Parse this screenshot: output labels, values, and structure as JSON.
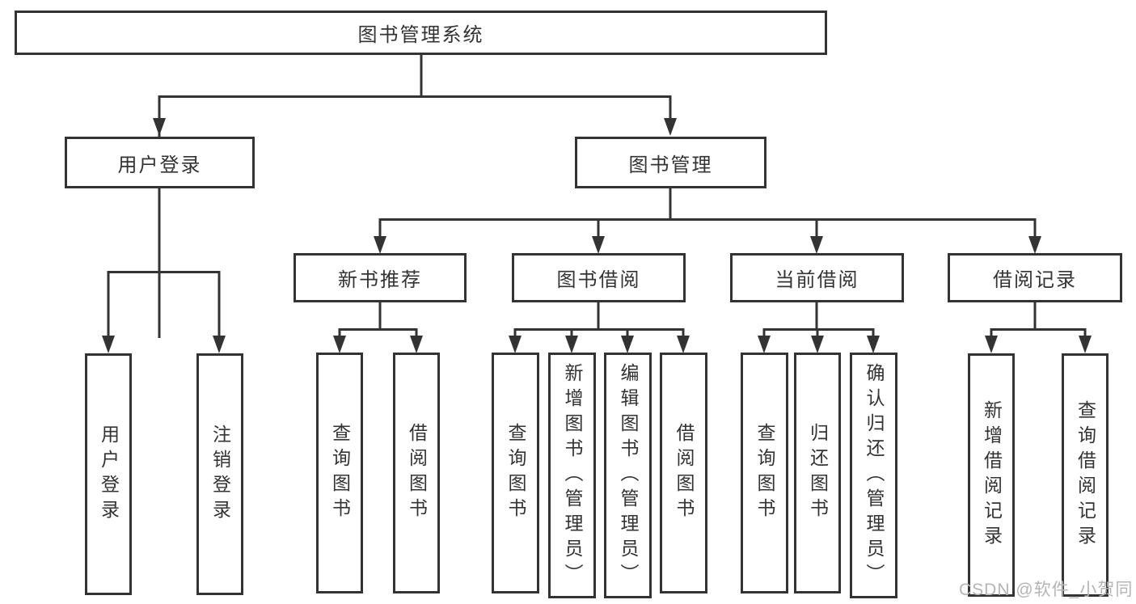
{
  "tree": {
    "root": {
      "label": "图书管理系统"
    },
    "level2": [
      {
        "label": "用户登录"
      },
      {
        "label": "图书管理"
      }
    ],
    "level3": [
      {
        "label": "新书推荐"
      },
      {
        "label": "图书借阅"
      },
      {
        "label": "当前借阅"
      },
      {
        "label": "借阅记录"
      }
    ],
    "leaves": {
      "user_login": [
        {
          "label": "用户登录"
        },
        {
          "label": "注销登录"
        }
      ],
      "new_book": [
        {
          "label": "查询图书"
        },
        {
          "label": "借阅图书"
        }
      ],
      "borrow": [
        {
          "label": "查询图书"
        },
        {
          "label": "新增图书（管理员）"
        },
        {
          "label": "编辑图书（管理员）"
        },
        {
          "label": "借阅图书"
        }
      ],
      "current": [
        {
          "label": "查询图书"
        },
        {
          "label": "归还图书"
        },
        {
          "label": "确认归还（管理员）"
        }
      ],
      "records": [
        {
          "label": "新增借阅记录"
        },
        {
          "label": "查询借阅记录"
        }
      ]
    }
  },
  "watermark": "CSDN @软件_小贺同学",
  "colors": {
    "line": "#333333",
    "box_border": "#333333",
    "box_fill": "#ffffff",
    "text": "#333333",
    "watermark": "#b5b5b5"
  }
}
